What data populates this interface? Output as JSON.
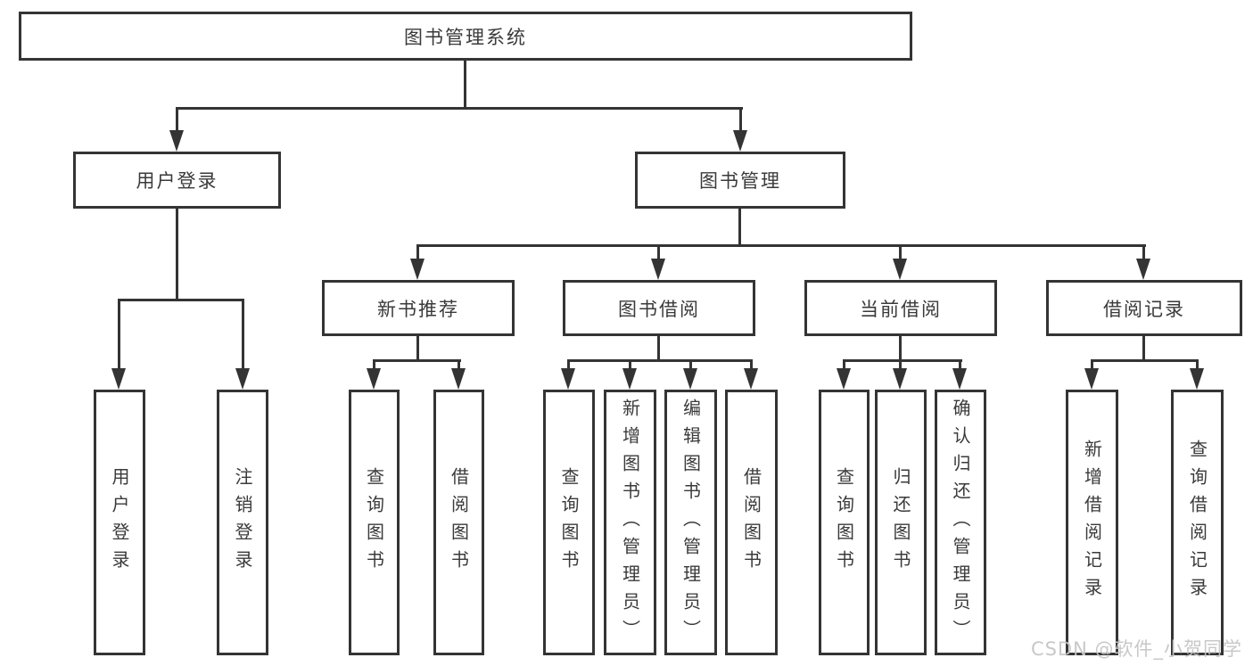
{
  "chart": {
    "type": "org-tree-diagram",
    "root": {
      "label": "图书管理系统"
    },
    "branches": [
      {
        "label": "用户登录",
        "children": [
          {
            "label": "用户登录"
          },
          {
            "label": "注销登录"
          }
        ]
      },
      {
        "label": "图书管理",
        "children": [
          {
            "label": "新书推荐",
            "children": [
              {
                "label": "查询图书"
              },
              {
                "label": "借阅图书"
              }
            ]
          },
          {
            "label": "图书借阅",
            "children": [
              {
                "label": "查询图书"
              },
              {
                "label": "新增图书（管理员）"
              },
              {
                "label": "编辑图书（管理员）"
              },
              {
                "label": "借阅图书"
              }
            ]
          },
          {
            "label": "当前借阅",
            "children": [
              {
                "label": "查询图书"
              },
              {
                "label": "归还图书"
              },
              {
                "label": "确认归还（管理员）"
              }
            ]
          },
          {
            "label": "借阅记录",
            "children": [
              {
                "label": "新增借阅记录"
              },
              {
                "label": "查询借阅记录"
              }
            ]
          }
        ]
      }
    ]
  },
  "watermark": {
    "text": "CSDN @软件_小贺同学"
  },
  "colors": {
    "line": "#343434",
    "text": "#3a3a3a",
    "background": "#ffffff",
    "watermark": "#c5c5c5"
  }
}
